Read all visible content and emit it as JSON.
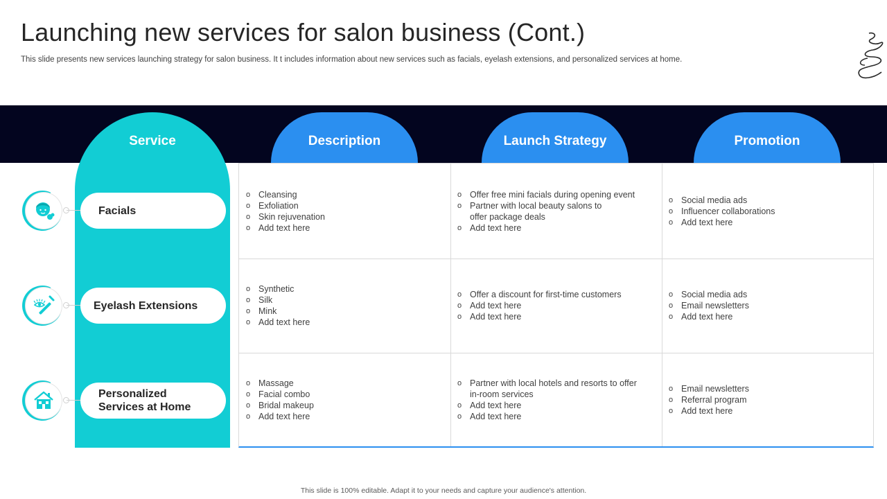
{
  "title": "Launching new services for salon business (Cont.)",
  "subtitle": "This slide presents new services launching strategy for salon business. It t includes information about new services such as facials, eyelash extensions, and personalized services at home.",
  "headers": {
    "service": "Service",
    "description": "Description",
    "launch_strategy": "Launch Strategy",
    "promotion": "Promotion"
  },
  "rows": [
    {
      "service": "Facials",
      "icon": "face-mask-icon",
      "description": [
        "Cleansing",
        "Exfoliation",
        "Skin rejuvenation",
        "Add text here"
      ],
      "launch_strategy": [
        "Offer free mini facials during opening event",
        "Partner with local beauty salons to",
        "offer package deals",
        "Add text here"
      ],
      "promotion": [
        "Social media ads",
        "Influencer collaborations",
        "Add text here"
      ]
    },
    {
      "service": "Eyelash Extensions",
      "icon": "eyelash-brush-icon",
      "description": [
        "Synthetic",
        "Silk",
        "Mink",
        "Add text here"
      ],
      "launch_strategy": [
        "Offer a discount for first-time customers",
        "Add text here",
        "Add text here"
      ],
      "promotion": [
        "Social media ads",
        "Email newsletters",
        "Add text here"
      ]
    },
    {
      "service_line1": "Personalized",
      "service_line2": "Services at Home",
      "icon": "home-service-icon",
      "description": [
        "Massage",
        "Facial combo",
        "Bridal makeup",
        "Add text here"
      ],
      "launch_strategy": [
        "Partner with local hotels and resorts to offer",
        "in-room services",
        "Add text here",
        "Add text here"
      ],
      "promotion": [
        "Email newsletters",
        "Referral program",
        "Add text here"
      ]
    }
  ],
  "footer": "This slide is 100% editable. Adapt it to your needs and capture your audience's attention.",
  "colors": {
    "band": "#03051f",
    "teal": "#12cdd4",
    "blue": "#2b8ff0"
  }
}
